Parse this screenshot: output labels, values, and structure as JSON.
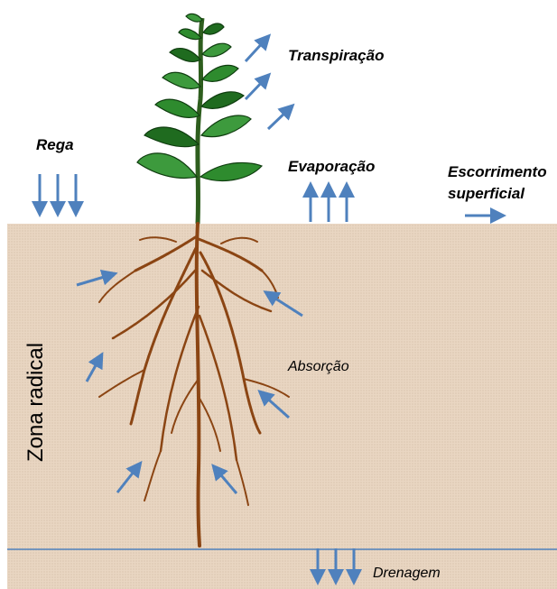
{
  "labels": {
    "rega": "Rega",
    "transpiracao": "Transpiração",
    "evaporacao": "Evaporação",
    "escorrimento_line1": "Escorrimento",
    "escorrimento_line2": "superficial",
    "absorcao": "Absorção",
    "zona_radical": "Zona radical",
    "drenagem": "Drenagem"
  },
  "colors": {
    "soil": "#e9d6c2",
    "arrow": "#4f81bd",
    "root": "#8b4513",
    "leaf_dark": "#1f6b1f",
    "leaf_light": "#3d9a3d",
    "stem": "#2e5e1e",
    "drainage_line": "#4f81bd"
  }
}
